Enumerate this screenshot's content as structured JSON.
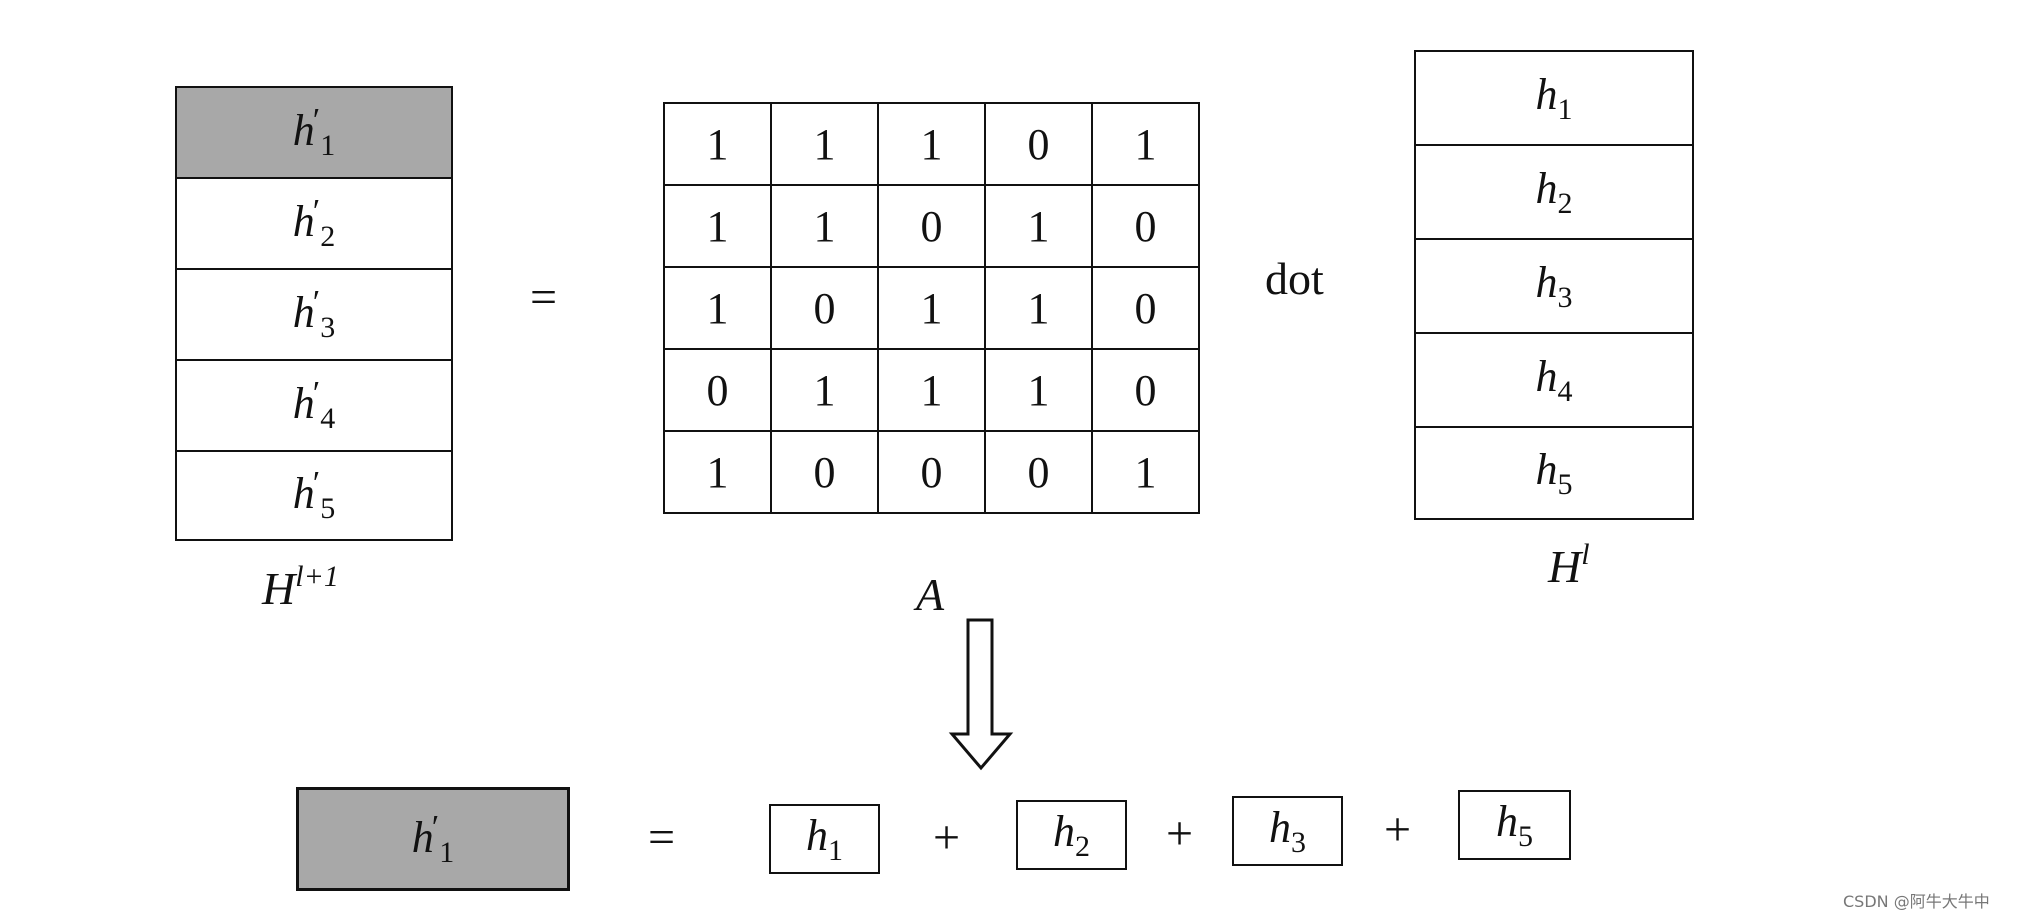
{
  "left_vector": {
    "name": "H",
    "superscript": "l+1",
    "rows": [
      {
        "base": "h",
        "prime": "′",
        "sub": "1"
      },
      {
        "base": "h",
        "prime": "′",
        "sub": "2"
      },
      {
        "base": "h",
        "prime": "′",
        "sub": "3"
      },
      {
        "base": "h",
        "prime": "′",
        "sub": "4"
      },
      {
        "base": "h",
        "prime": "′",
        "sub": "5"
      }
    ]
  },
  "equals": "=",
  "matrix": {
    "name": "A",
    "rows": [
      [
        "1",
        "1",
        "1",
        "0",
        "1"
      ],
      [
        "1",
        "1",
        "0",
        "1",
        "0"
      ],
      [
        "1",
        "0",
        "1",
        "1",
        "0"
      ],
      [
        "0",
        "1",
        "1",
        "1",
        "0"
      ],
      [
        "1",
        "0",
        "0",
        "0",
        "1"
      ]
    ]
  },
  "dot_label": "dot",
  "right_vector": {
    "name": "H",
    "superscript": "l",
    "rows": [
      {
        "base": "h",
        "sub": "1"
      },
      {
        "base": "h",
        "sub": "2"
      },
      {
        "base": "h",
        "sub": "3"
      },
      {
        "base": "h",
        "sub": "4"
      },
      {
        "base": "h",
        "sub": "5"
      }
    ]
  },
  "result": {
    "lhs": {
      "base": "h",
      "prime": "′",
      "sub": "1"
    },
    "equals": "=",
    "terms": [
      {
        "base": "h",
        "sub": "1"
      },
      {
        "base": "h",
        "sub": "2"
      },
      {
        "base": "h",
        "sub": "3"
      },
      {
        "base": "h",
        "sub": "5"
      }
    ],
    "plus": "+"
  },
  "watermark": "CSDN @阿牛大牛中",
  "colors": {
    "shaded": "#a8a8a8",
    "line": "#111111"
  }
}
